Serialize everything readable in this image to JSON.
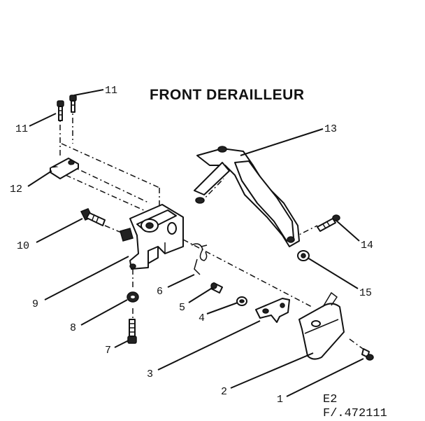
{
  "diagram": {
    "title": "FRONT DERAILLEUR",
    "code_line1": "E2",
    "code_line2": "F/.472111",
    "callouts": [
      "11",
      "11",
      "12",
      "10",
      "9",
      "8",
      "7",
      "13",
      "14",
      "15",
      "6",
      "5",
      "4",
      "3",
      "2",
      "1"
    ]
  }
}
